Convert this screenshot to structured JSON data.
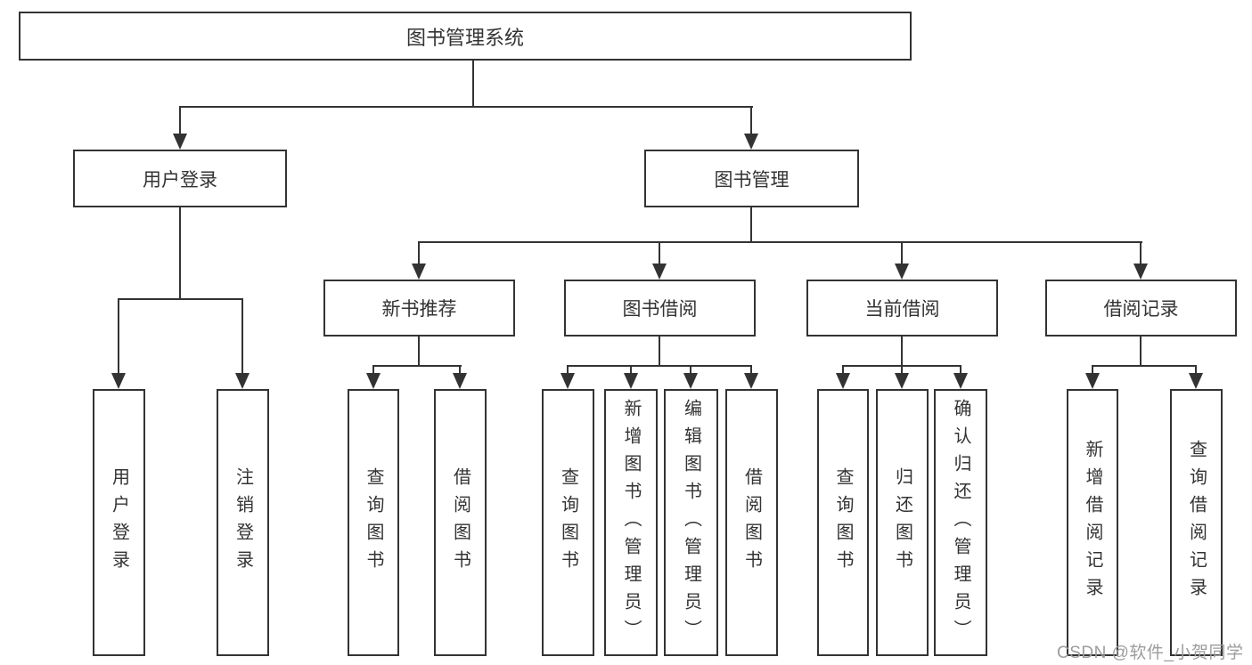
{
  "tree": {
    "root": {
      "label": "图书管理系统"
    },
    "branches": [
      {
        "label": "用户登录",
        "children": [
          "用户登录",
          "注销登录"
        ]
      },
      {
        "label": "图书管理",
        "sections": [
          {
            "label": "新书推荐",
            "children": [
              "查询图书",
              "借阅图书"
            ]
          },
          {
            "label": "图书借阅",
            "children": [
              "查询图书",
              "新增图书（管理员）",
              "编辑图书（管理员）",
              "借阅图书"
            ]
          },
          {
            "label": "当前借阅",
            "children": [
              "查询图书",
              "归还图书",
              "确认归还（管理员）"
            ]
          },
          {
            "label": "借阅记录",
            "children": [
              "新增借阅记录",
              "查询借阅记录"
            ]
          }
        ]
      }
    ]
  },
  "watermark": {
    "text": "CSDN @软件_小贺同学"
  },
  "colors": {
    "line": "#333333",
    "text": "#333333",
    "node_background": "#ffffff",
    "watermark": "#9c9c9c",
    "background": "#ffffff"
  }
}
